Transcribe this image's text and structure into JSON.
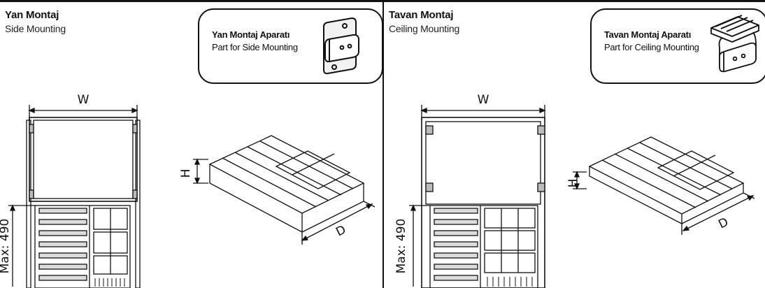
{
  "left_panel": {
    "title": "Yan Montaj",
    "subtitle": "Side Mounting",
    "callout": {
      "title": "Yan Montaj Aparatı",
      "subtitle": "Part for Side Mounting",
      "icon": "side-mount-bracket"
    },
    "dimensions": {
      "width": "W",
      "height": "H",
      "depth": "D",
      "max": "Max: 490"
    }
  },
  "right_panel": {
    "title": "Tavan Montaj",
    "subtitle": "Ceiling Mounting",
    "callout": {
      "title": "Tavan Montaj Aparatı",
      "subtitle": "Part for Ceiling Mounting",
      "icon": "ceiling-mount-bracket"
    },
    "dimensions": {
      "width": "W",
      "height": "H",
      "depth": "D",
      "max": "Max: 490"
    }
  },
  "colors": {
    "line": "#111111",
    "background": "#ffffff"
  }
}
